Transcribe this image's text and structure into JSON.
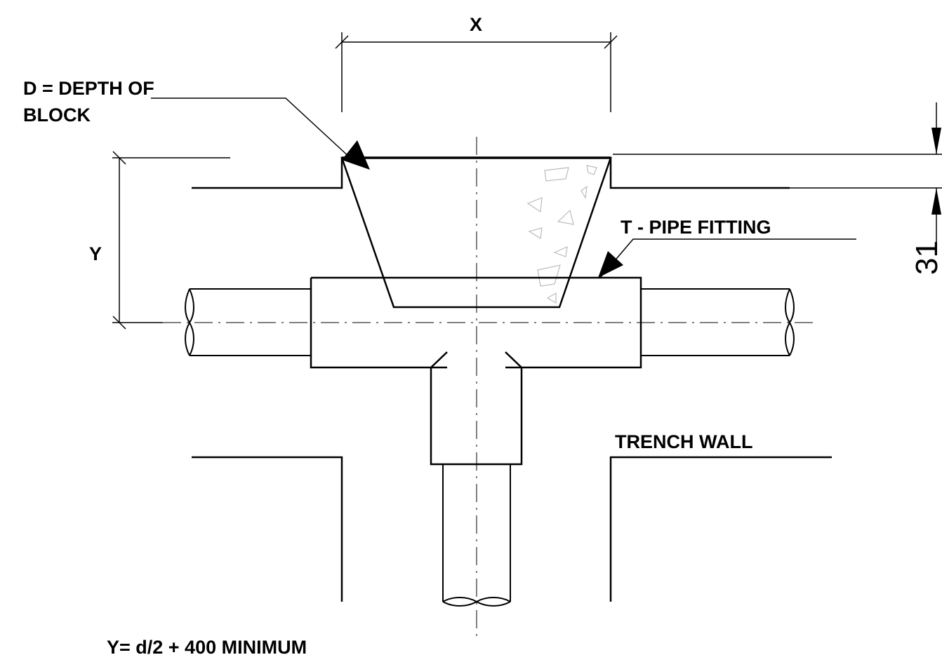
{
  "labels": {
    "x_dim": "X",
    "y_dim": "Y",
    "depth_label_line1": "D = DEPTH OF",
    "depth_label_line2": "BLOCK",
    "pipe_fitting": "T - PIPE FITTING",
    "trench_wall": "TRENCH WALL",
    "formula": "Y= d/2 + 400 MINIMUM",
    "depth_value": "31"
  },
  "colors": {
    "line": "#000000",
    "aggregate": "#bbbbbb"
  }
}
